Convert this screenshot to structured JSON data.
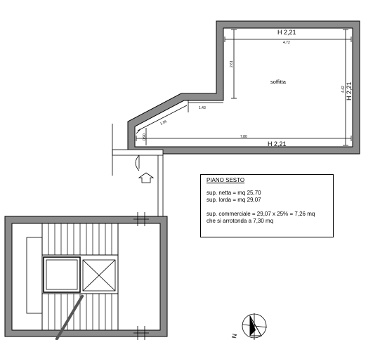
{
  "plan": {
    "room_label": "soffitta",
    "heights": {
      "top": "H 2,21",
      "right": "H 2,21",
      "bottom": "H 2,21"
    },
    "dimensions": {
      "top_width": "4.72",
      "left_upper": "2.61",
      "step": "1.43",
      "diagonal": "1.86",
      "bottom_width": "7.80",
      "right_height": "4.42",
      "small_vertical": "0.90"
    }
  },
  "info": {
    "title": "PIANO SESTO",
    "net_area": "sup. netta = mq 25,70",
    "gross_area": "sup. lorda = mq 29,07",
    "commercial_area": "sup. commerciale = 29,07 x 25% = 7,26 mq",
    "rounded": "che si arrotonda a 7,30 mq"
  },
  "north_arrow": {
    "letter": "N"
  }
}
